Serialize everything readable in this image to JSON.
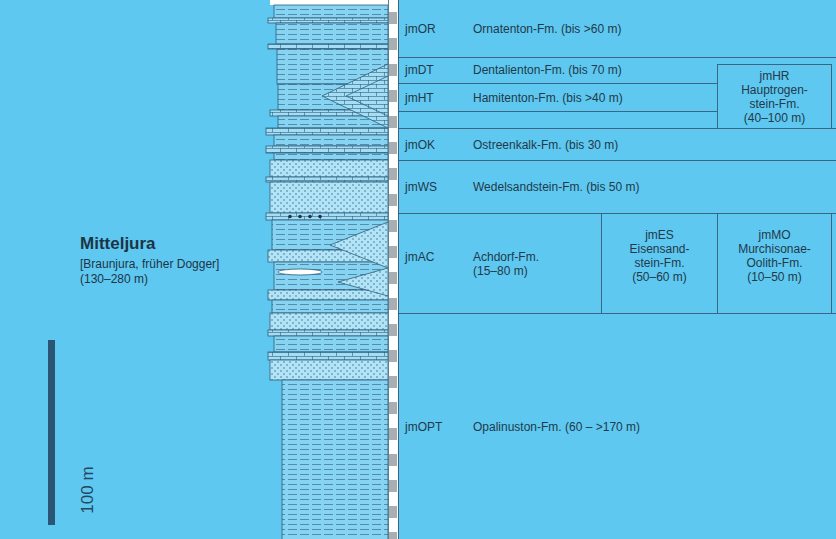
{
  "diagram": {
    "nodes": [
      {
        "text": [
          "jmOR",
          "Ornatenton-Fm. (bis >60 m)"
        ]
      },
      {
        "text": [
          "jmDT",
          "Dentalienton-Fm. (bis 70 m)"
        ]
      },
      {
        "text": [
          "jmHR",
          "Hauptrogen- stein-Fm.",
          "(40–100 m)"
        ]
      },
      {
        "text": [
          "jmHT",
          "Hamitenton-Fm. (bis >40 m)"
        ]
      },
      {
        "text": [
          "jmOK",
          "Ostreenkalk-Fm. (bis 30 m)"
        ]
      },
      {
        "text": [
          "jmWS",
          "Wedelsandstein-Fm. (bis 50 m)"
        ]
      },
      {
        "text": [
          "jmAC",
          "Achdorf-Fm. (15–80 m)"
        ]
      },
      {
        "text": [
          "jmES",
          "Eisensand- stein-Fm.",
          "(50–60 m)"
        ],
        "in": 6
      },
      {
        "text": [
          "jmMO",
          "Murchisonae- Oolith-Fm.",
          "(10–50 m)"
        ],
        "in": 6
      },
      {
        "text": [
          "jmOPT",
          "Opalinuston-Fm. (60 – >170 m)"
        ]
      }
    ],
    "labels": [
      "Mitteljura",
      "[Braunjura, früher Dogger]",
      "(130–280 m)",
      "100 m"
    ]
  }
}
